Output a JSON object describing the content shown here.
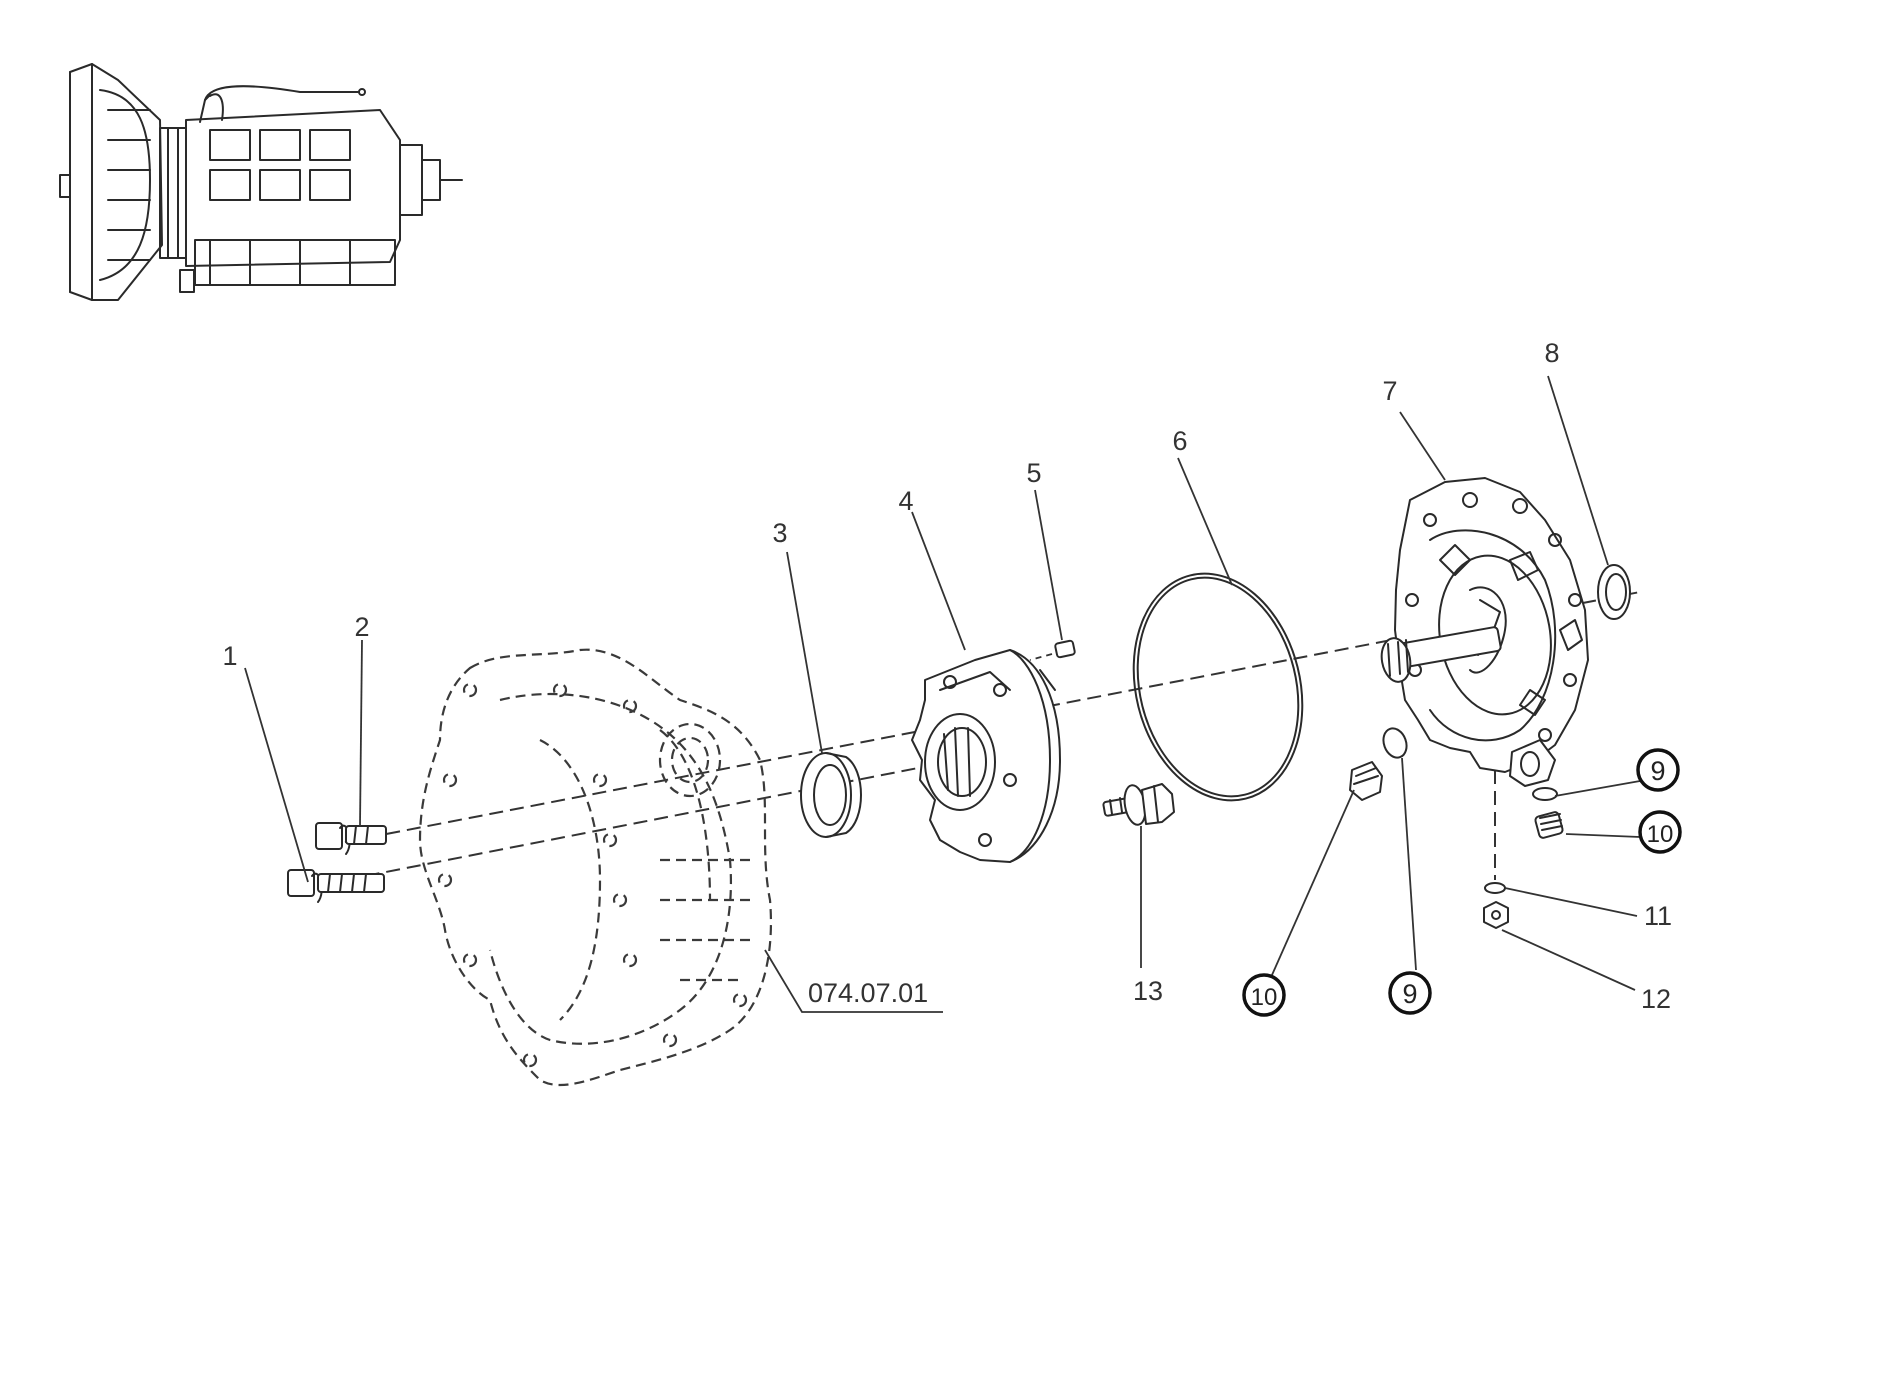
{
  "callouts": {
    "c1": "1",
    "c2": "2",
    "c3": "3",
    "c4": "4",
    "c5": "5",
    "c6": "6",
    "c7": "7",
    "c8": "8",
    "c9a": "9",
    "c10a": "10",
    "c11": "11",
    "c12": "12",
    "c13": "13",
    "c10b": "10",
    "c9b": "9"
  },
  "reference_code": "074.07.01",
  "colors": {
    "ink": "#2a2a2a",
    "background": "#ffffff"
  }
}
